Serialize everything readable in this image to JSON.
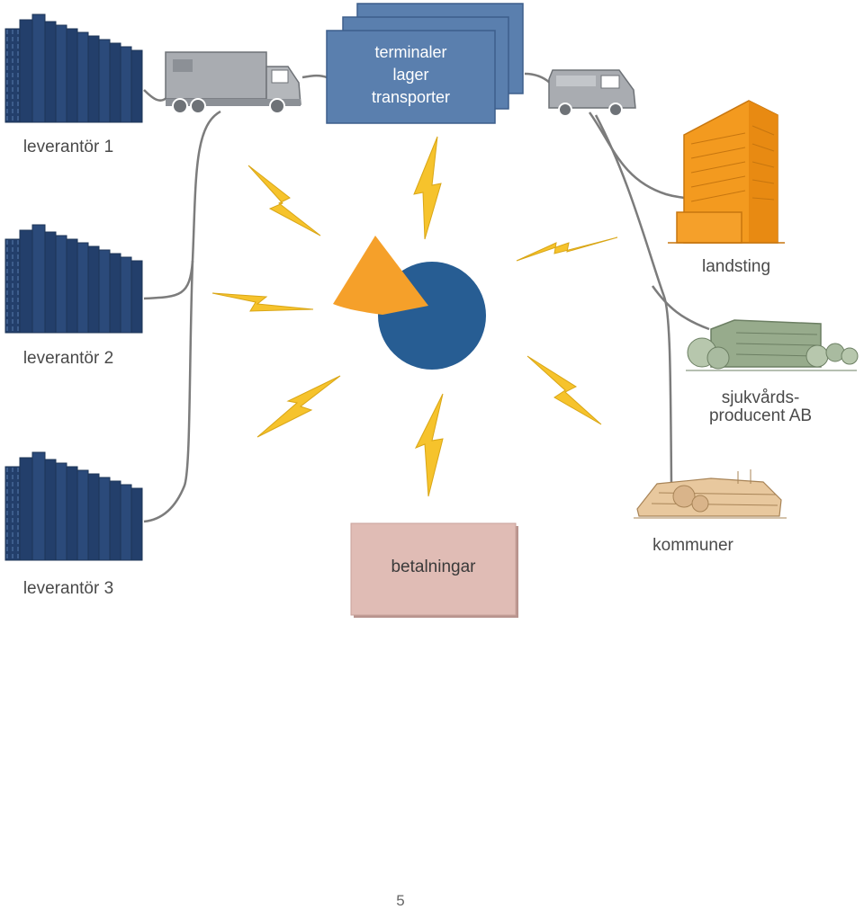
{
  "suppliers": [
    {
      "label": "leverantör 1"
    },
    {
      "label": "leverantör 2"
    },
    {
      "label": "leverantör 3"
    }
  ],
  "logistics": {
    "lines": [
      "terminaler",
      "lager",
      "transporter"
    ]
  },
  "payments": {
    "label": "betalningar"
  },
  "customers": {
    "landsting": "landsting",
    "producer_line1": "sjukvårds-",
    "producer_line2": "producent AB",
    "municipalities": "kommuner"
  },
  "page_number": "5",
  "colors": {
    "navy": "#233f6b",
    "stack_blue": "#5a7fae",
    "orange": "#f5a02a",
    "hub_blue": "#275d93",
    "lightning": "#f6c32c",
    "payment_pink": "#e0bcb5",
    "truck_gray": "#a9acb1",
    "connector_gray": "#7c7c7c",
    "sage": "#97ab8c",
    "tan": "#e8c89e"
  },
  "icons": [
    "supplier-building-icon",
    "truck-icon",
    "van-icon",
    "hospital-icon",
    "clinic-icon",
    "town-hall-icon",
    "lightning-icon",
    "hub-icon"
  ]
}
